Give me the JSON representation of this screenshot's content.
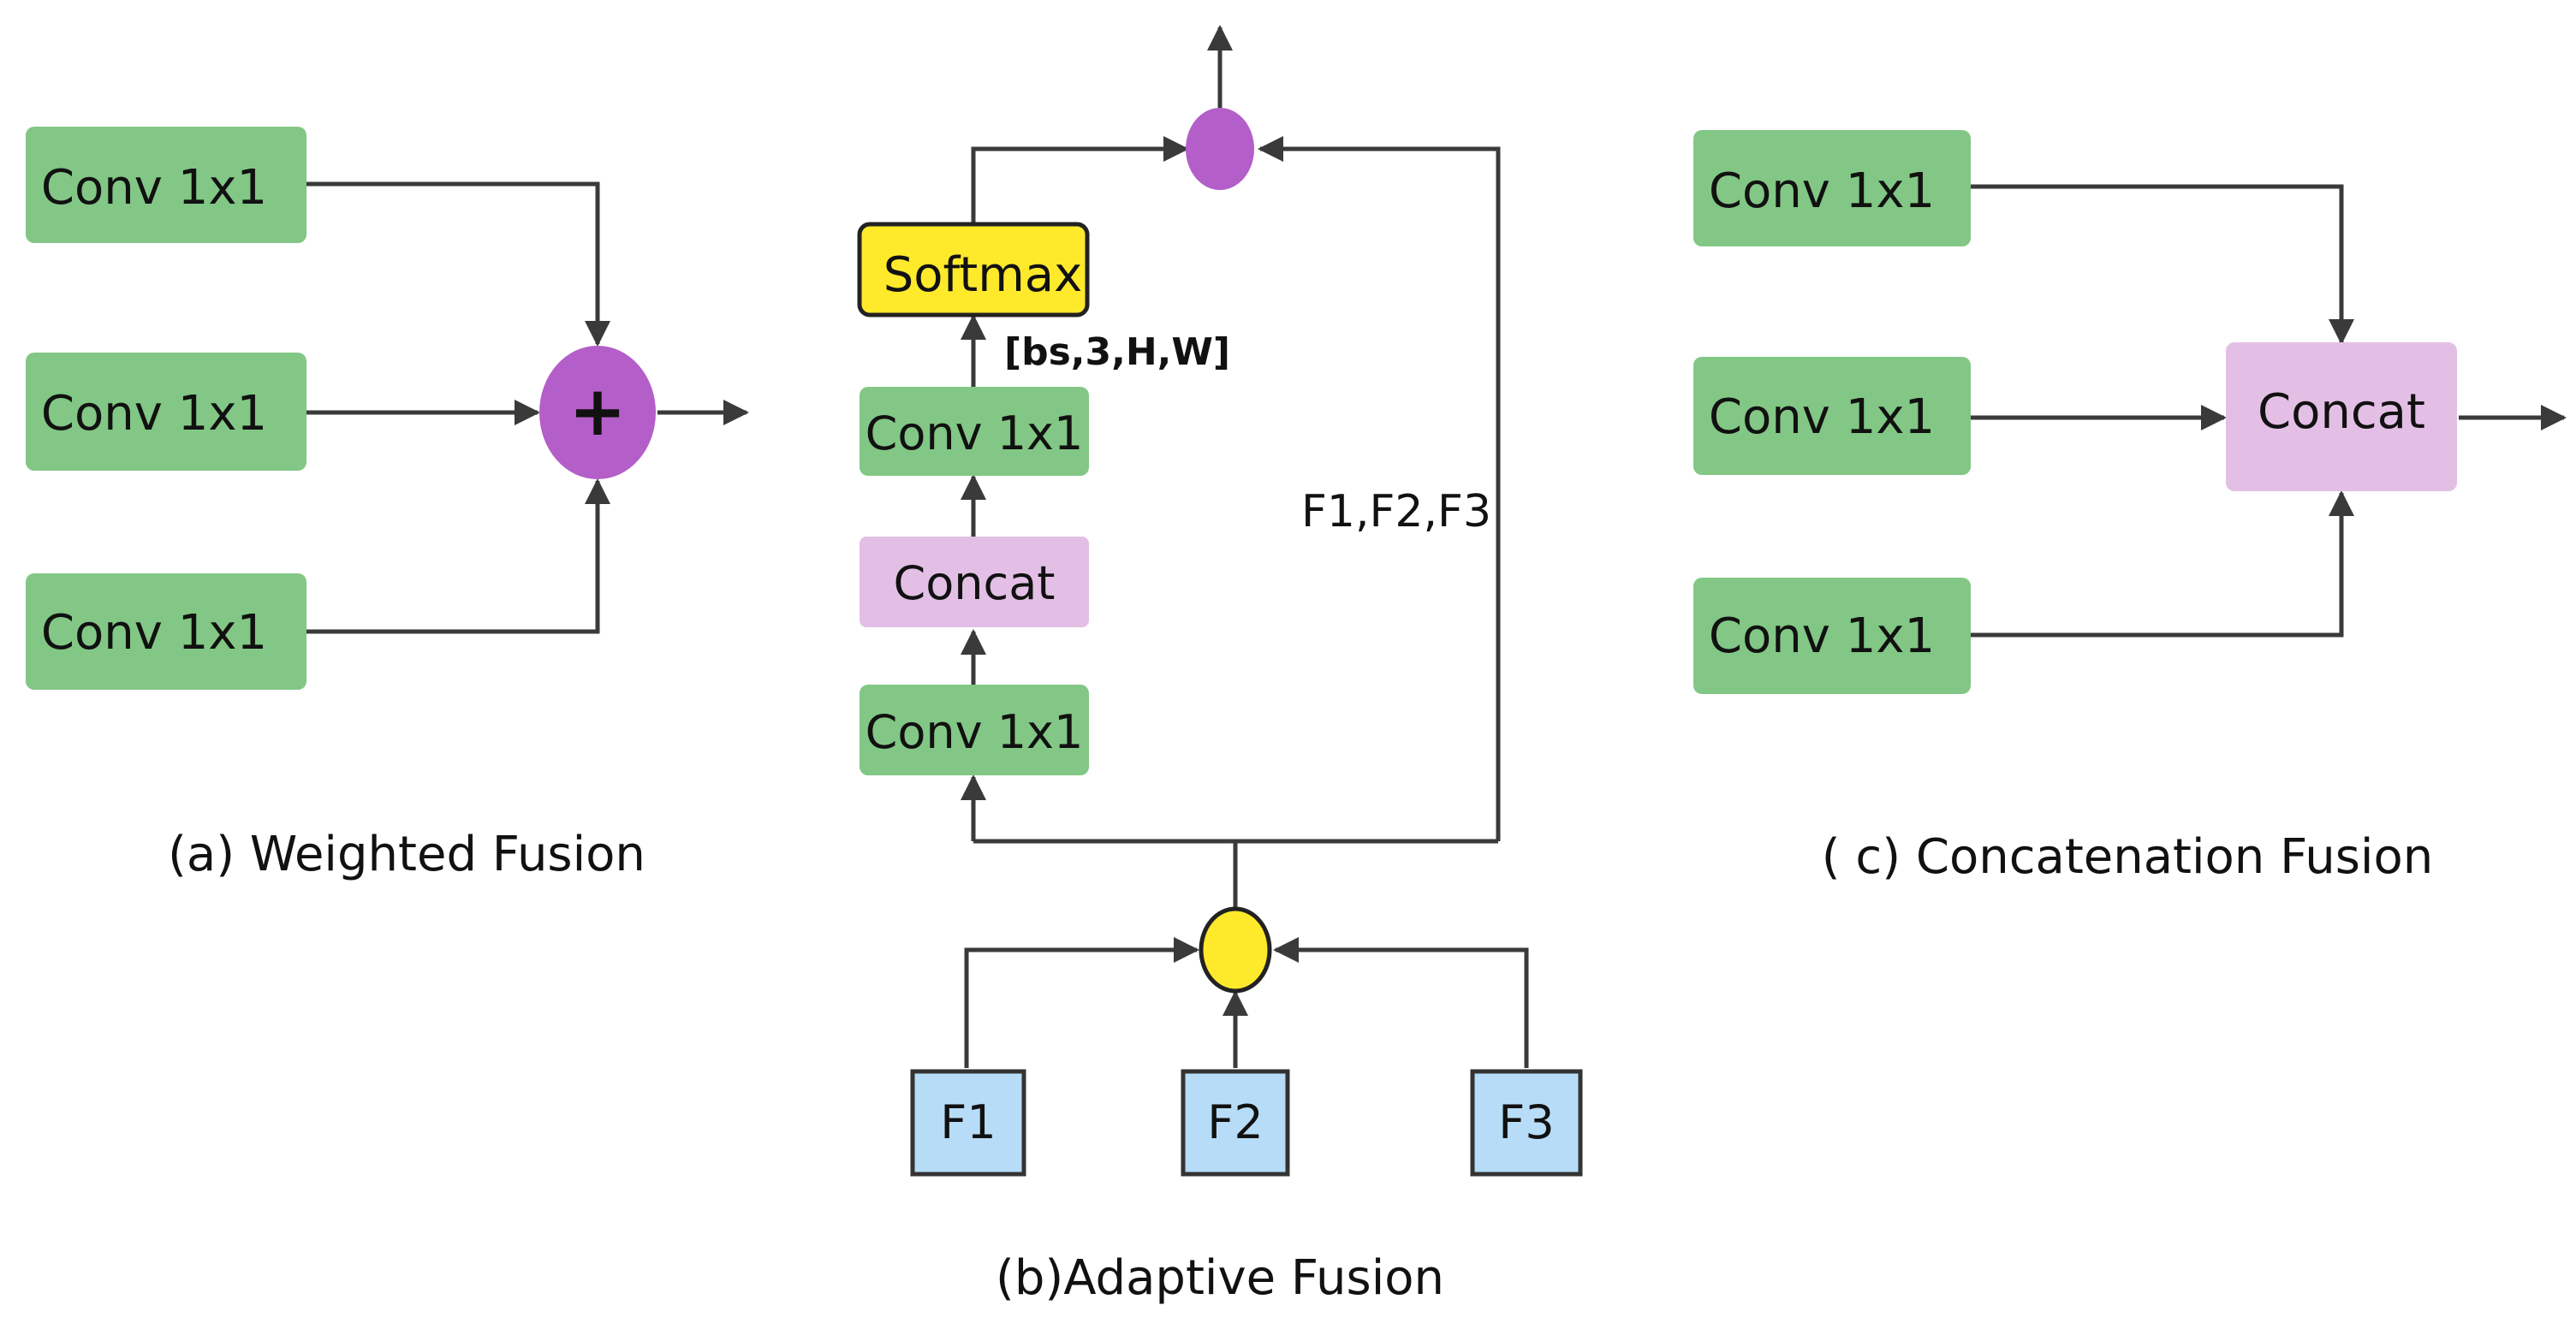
{
  "colors": {
    "conv": "#82c785",
    "concat": "#e3bfe6",
    "softmax": "#ffe92b",
    "input": "#b7dcf7",
    "sum_node": "#b45ec9",
    "adaptive_node": "#ffe92b",
    "line": "#3a3a3a"
  },
  "panel_a": {
    "conv_labels": [
      "Conv 1x1",
      "Conv 1x1",
      "Conv 1x1"
    ],
    "sum_symbol": "+",
    "caption": "(a) Weighted Fusion"
  },
  "panel_b": {
    "softmax_label": "Softmax",
    "shape_label": "[bs,3,H,W]",
    "conv_top_label": "Conv 1x1",
    "concat_label": "Concat",
    "conv_bottom_label": "Conv 1x1",
    "skip_label": "F1,F2,F3",
    "inputs": [
      "F1",
      "F2",
      "F3"
    ],
    "caption": "(b)Adaptive Fusion"
  },
  "panel_c": {
    "conv_labels": [
      "Conv 1x1",
      "Conv 1x1",
      "Conv 1x1"
    ],
    "concat_label": "Concat",
    "caption": "( c) Concatenation Fusion"
  }
}
